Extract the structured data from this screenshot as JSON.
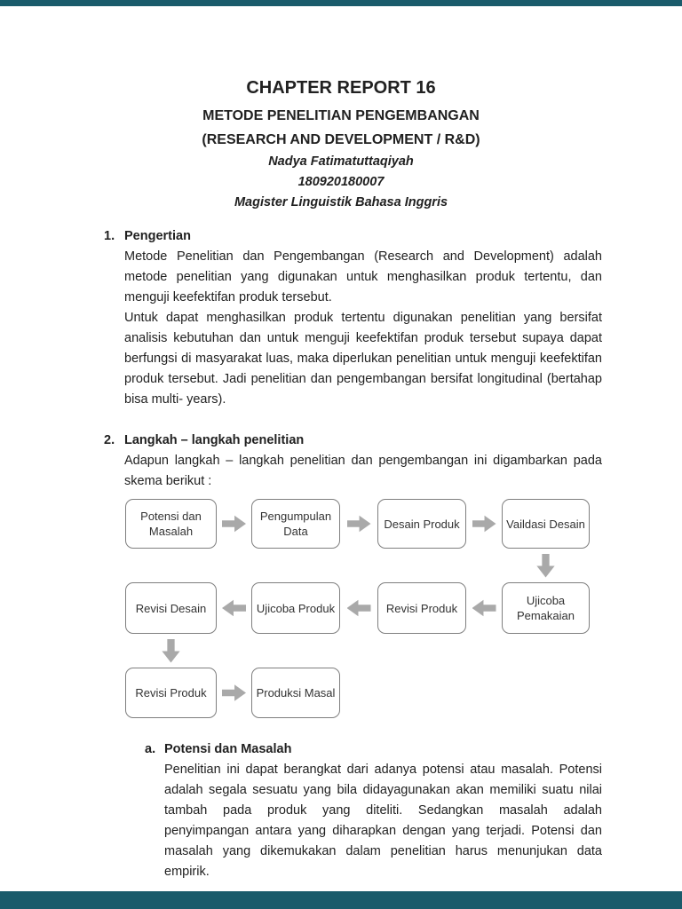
{
  "viewer": {
    "chrome_color": "#1a5b6b"
  },
  "header": {
    "title": "CHAPTER REPORT 16",
    "subtitle1": "METODE PENELITIAN PENGEMBANGAN",
    "subtitle2": "(RESEARCH AND DEVELOPMENT / R&D)",
    "author": "Nadya Fatimatuttaqiyah",
    "student_id": "180920180007",
    "program": "Magister Linguistik Bahasa Inggris"
  },
  "sections": [
    {
      "number": "1.",
      "heading": "Pengertian",
      "paragraphs": [
        "Metode Penelitian dan Pengembangan (Research and Development) adalah metode penelitian yang digunakan untuk menghasilkan produk tertentu, dan menguji keefektifan produk tersebut.",
        "Untuk dapat menghasilkan produk tertentu digunakan penelitian yang bersifat analisis kebutuhan dan untuk menguji keefektifan produk tersebut supaya dapat berfungsi di masyarakat luas, maka diperlukan penelitian untuk menguji keefektifan produk tersebut. Jadi penelitian dan pengembangan bersifat longitudinal (bertahap bisa multi- years)."
      ]
    },
    {
      "number": "2.",
      "heading": "Langkah – langkah penelitian",
      "paragraphs": [
        "Adapun langkah – langkah penelitian dan pengembangan ini digambarkan pada skema berikut :"
      ]
    }
  ],
  "flowchart": {
    "box_border_color": "#7f7f7f",
    "arrow_color": "#a9a9a9",
    "row1": [
      "Potensi dan Masalah",
      "Pengumpulan Data",
      "Desain Produk",
      "Vaildasi Desain"
    ],
    "row2": [
      "Revisi Desain",
      "Ujicoba Produk",
      "Revisi Produk",
      "Ujicoba Pemakaian"
    ],
    "row3": [
      "Revisi Produk",
      "Produksi Masal"
    ]
  },
  "subsection": {
    "letter": "a.",
    "heading": "Potensi dan Masalah",
    "paragraph": "Penelitian ini dapat berangkat dari adanya potensi atau masalah. Potensi adalah segala sesuatu yang bila didayagunakan akan memiliki suatu nilai tambah pada produk yang diteliti. Sedangkan masalah adalah penyimpangan antara yang diharapkan dengan yang terjadi. Potensi dan masalah yang dikemukakan dalam penelitian harus menunjukan data empirik."
  }
}
